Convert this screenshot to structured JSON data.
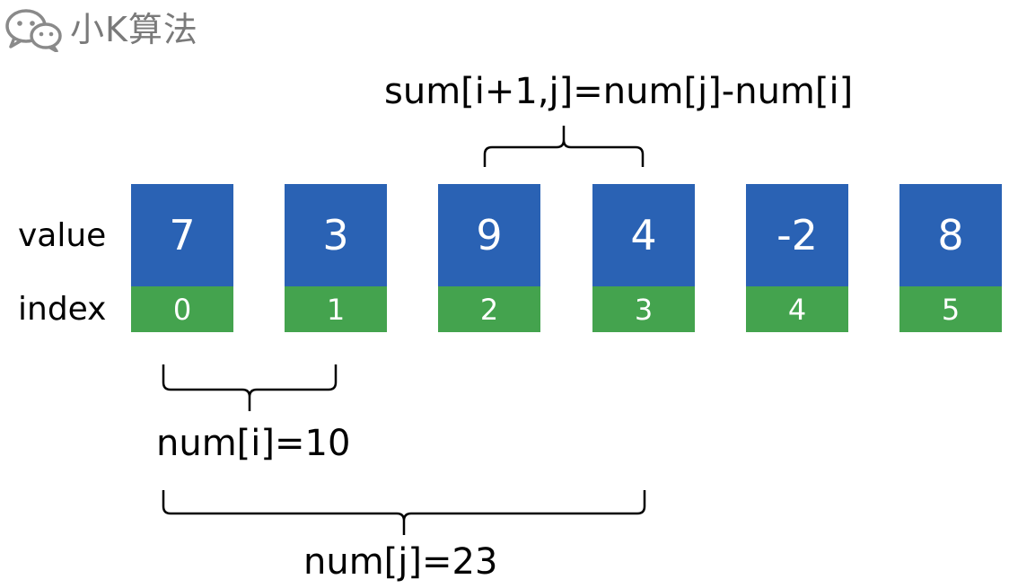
{
  "watermark": {
    "text": "小K算法",
    "icon": "wechat-icon"
  },
  "row_labels": {
    "value": "value",
    "index": "index"
  },
  "cells": [
    {
      "value": "7",
      "index": "0"
    },
    {
      "value": "3",
      "index": "1"
    },
    {
      "value": "9",
      "index": "2"
    },
    {
      "value": "4",
      "index": "3"
    },
    {
      "value": "-2",
      "index": "4"
    },
    {
      "value": "8",
      "index": "5"
    }
  ],
  "annotations": {
    "sum": "sum[i+1,j]=num[j]-num[i]",
    "num_i": "num[i]=10",
    "num_j": "num[j]=23"
  },
  "colors": {
    "value_fill": "#2a62b4",
    "index_fill": "#44a34e",
    "watermark": "#7a7a7a"
  }
}
